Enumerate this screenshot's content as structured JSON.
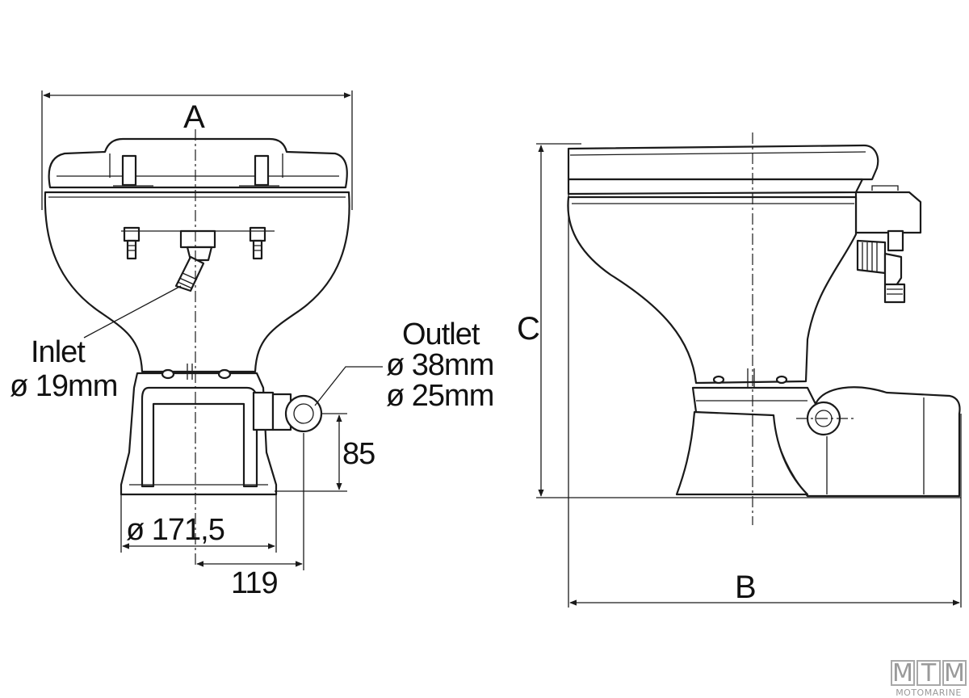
{
  "dimensions": {
    "width": "A",
    "depth": "B",
    "height": "C",
    "base_diameter": "ø 171,5",
    "outlet_offset": "119",
    "outlet_height": "85"
  },
  "inlet": {
    "title": "Inlet",
    "size": "ø 19mm"
  },
  "outlet": {
    "title": "Outlet",
    "size_large": "ø 38mm",
    "size_small": "ø 25mm"
  },
  "logo": {
    "letters": [
      "M",
      "T",
      "M"
    ],
    "subtitle": "MOTOMARINE"
  }
}
